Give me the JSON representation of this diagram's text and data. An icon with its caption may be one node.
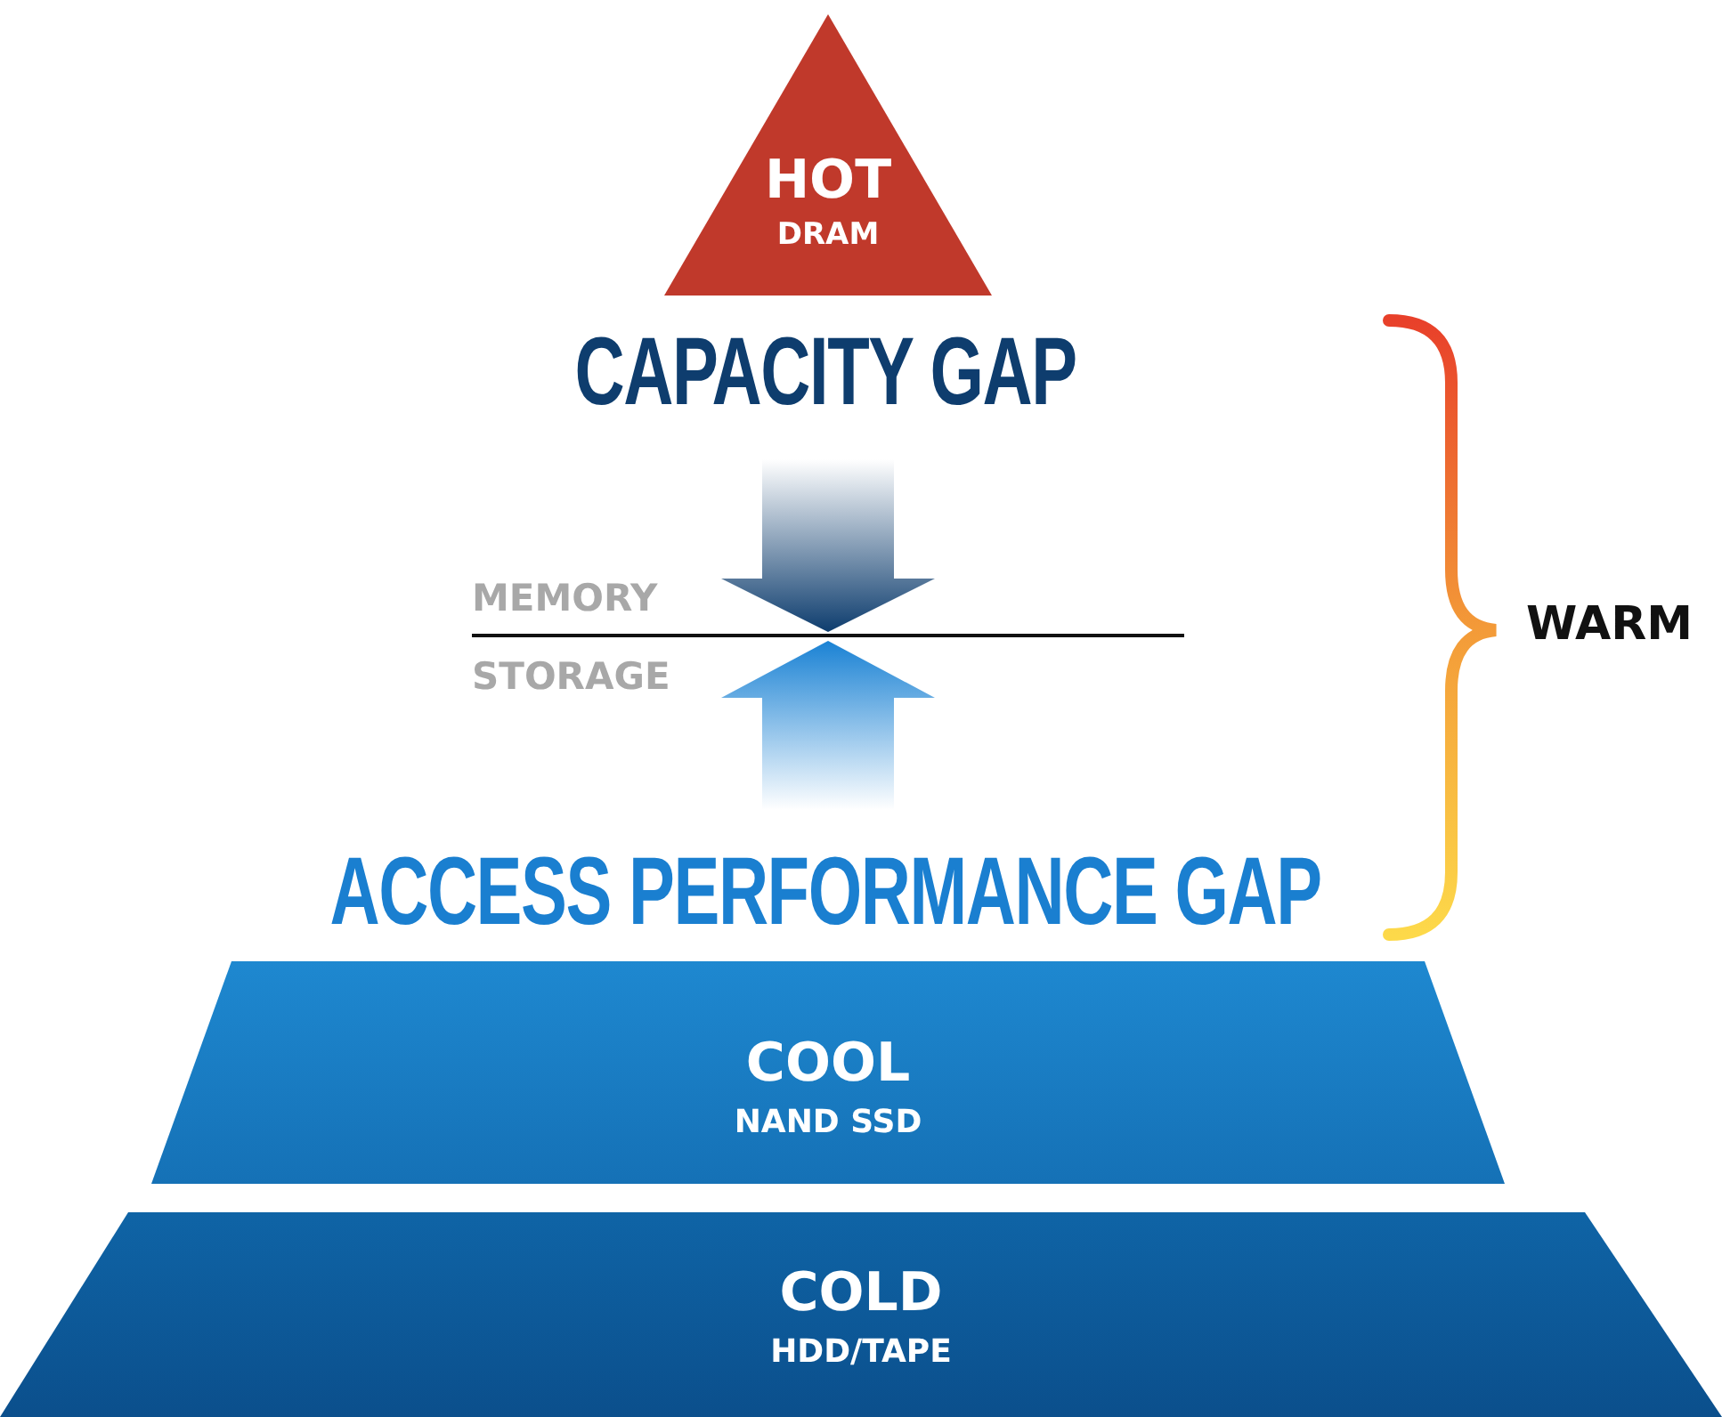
{
  "diagram": {
    "nodes": [
      {
        "text": [
          "HOT",
          "DRAM"
        ]
      },
      {
        "text": [
          "COOL",
          "NAND SSD"
        ]
      },
      {
        "text": [
          "COLD",
          "HDD/TAPE"
        ]
      }
    ],
    "labels": [
      "CAPACITY GAP",
      "MEMORY",
      "STORAGE",
      "ACCESS PERFORMANCE GAP",
      "WARM"
    ]
  }
}
